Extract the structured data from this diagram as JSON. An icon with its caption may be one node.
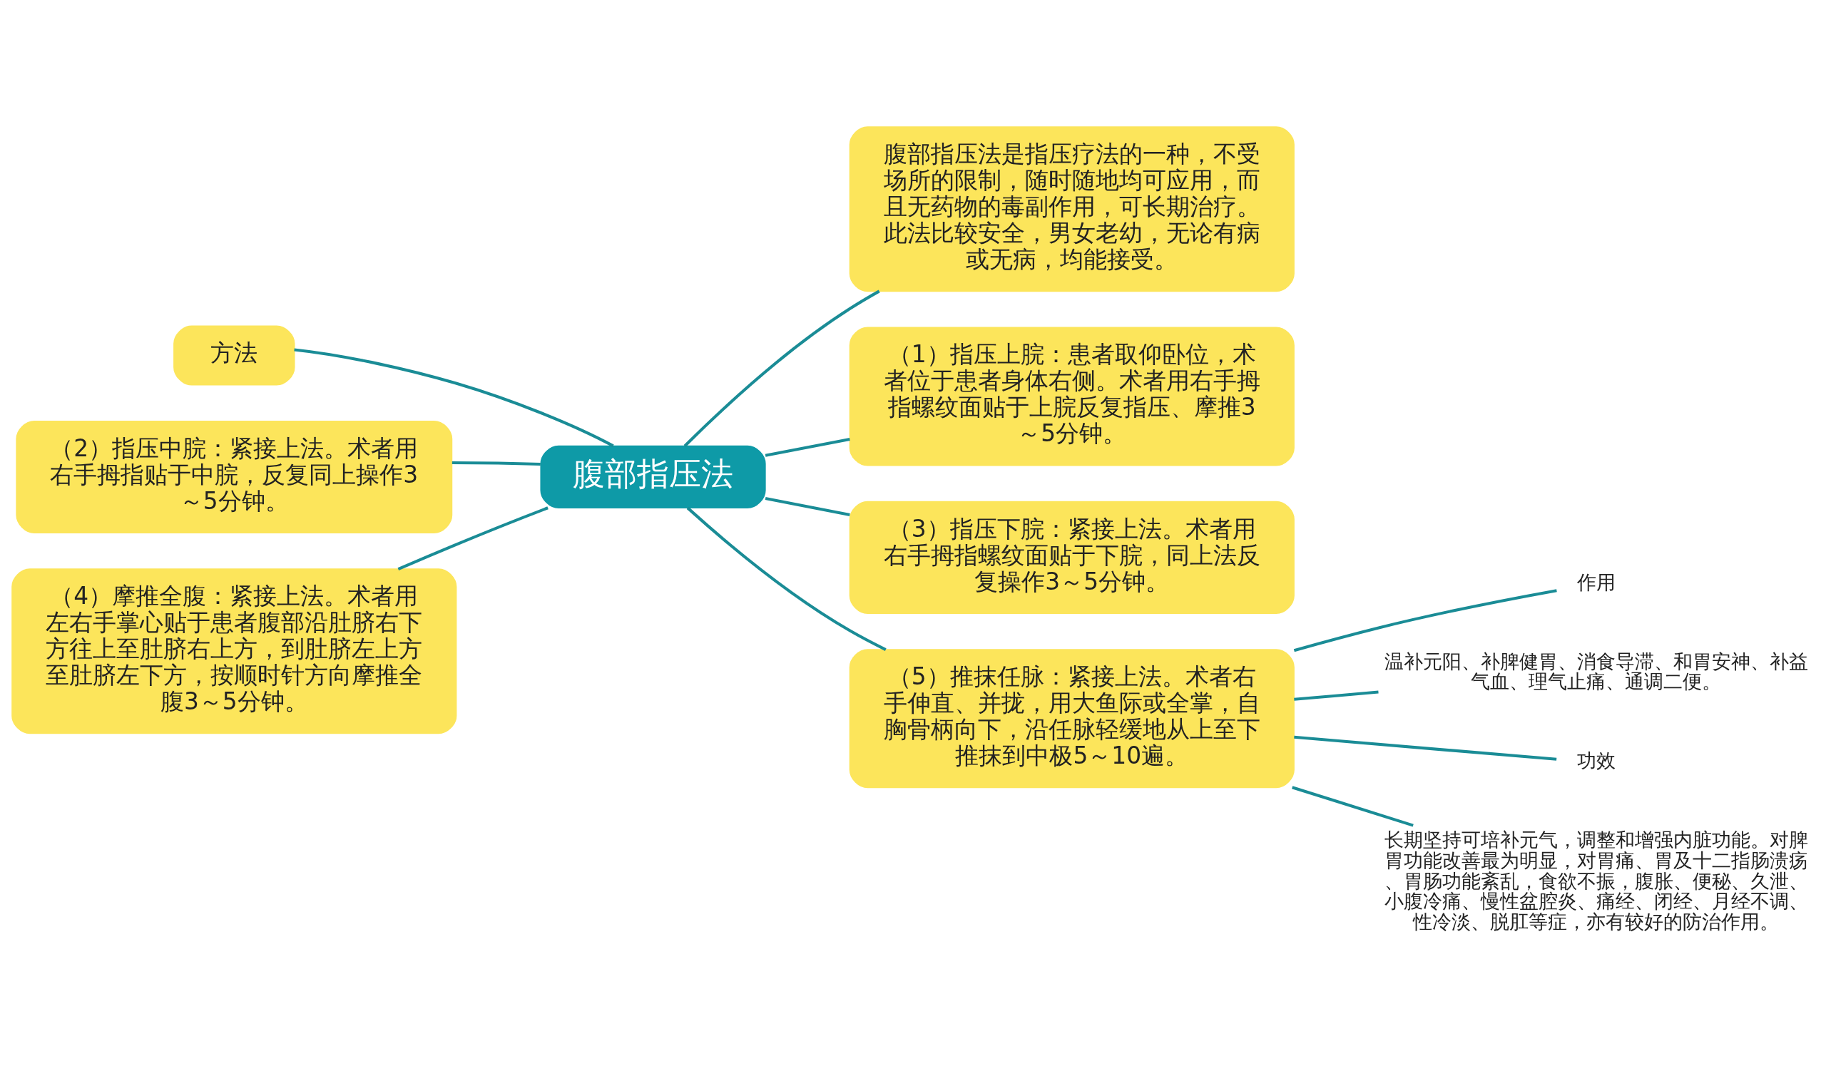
{
  "diagram": {
    "nodes": [
      {
        "text": [
          "腹部指压法"
        ]
      },
      {
        "text": [
          "腹部指压法是指压疗法的一种，不受场所的限制，随时随地均可应用，而且无药物的毒副作用，可长期治疗。此法比较安全，男女老幼，无论有病或无病，均能接受。"
        ]
      },
      {
        "text": [
          "方法"
        ]
      },
      {
        "text": [
          "（1）指压上脘：患者取仰卧位，术者位于患者身体右侧。术者用右手拇指螺纹面贴于上脘反复指压、摩推3～5分钟。"
        ]
      },
      {
        "text": [
          "（2）指压中脘：紧接上法。术者用右手拇指贴于中脘，反复同上操作3～5分钟。"
        ]
      },
      {
        "text": [
          "（3）指压下脘：紧接上法。术者用右手拇指螺纹面贴于下脘，同上法反复操作3～5分钟。"
        ]
      },
      {
        "text": [
          "（4）摩推全腹：紧接上法。术者用左右手掌心贴于患者腹部沿肚脐右下方往上至肚脐右上方，到肚脐左上方至肚脐左下方，按顺时针方向摩推全腹3～5分钟。"
        ]
      },
      {
        "text": [
          "（5）推抹任脉：紧接上法。术者右手伸直、并拢，用大鱼际或全掌，自胸骨柄向下，沿任脉轻缓地从上至下推抹到中极5～10遍。"
        ]
      },
      {
        "text": [
          "作用"
        ]
      },
      {
        "text": [
          "温补元阳、补脾健胃、消食导滞、和胃安神、补益气血、理气止痛、通调二便。"
        ]
      },
      {
        "text": [
          "功效"
        ]
      },
      {
        "text": [
          "长期坚持可培补元气，调整和增强内脏功能。对脾胃功能改善最为明显，对胃痛、胃及十二指肠溃疡、胃肠功能紊乱，食欲不振，腹胀、便秘、久泄、小腹冷痛、慢性盆腔炎、痛经、闭经、月经不调、性冷淡、脱肛等症，亦有较好的防治作用。"
        ]
      }
    ],
    "edges": [
      {
        "from": 0,
        "to": 1,
        "arrow": "none"
      },
      {
        "from": 0,
        "to": 2,
        "arrow": "none"
      },
      {
        "from": 0,
        "to": 3,
        "arrow": "none"
      },
      {
        "from": 0,
        "to": 4,
        "arrow": "none"
      },
      {
        "from": 0,
        "to": 5,
        "arrow": "none"
      },
      {
        "from": 0,
        "to": 6,
        "arrow": "none"
      },
      {
        "from": 0,
        "to": 7,
        "arrow": "none"
      },
      {
        "from": 7,
        "to": 8,
        "arrow": "none"
      },
      {
        "from": 7,
        "to": 9,
        "arrow": "none"
      },
      {
        "from": 7,
        "to": 10,
        "arrow": "none"
      },
      {
        "from": 7,
        "to": 11,
        "arrow": "none"
      }
    ]
  }
}
